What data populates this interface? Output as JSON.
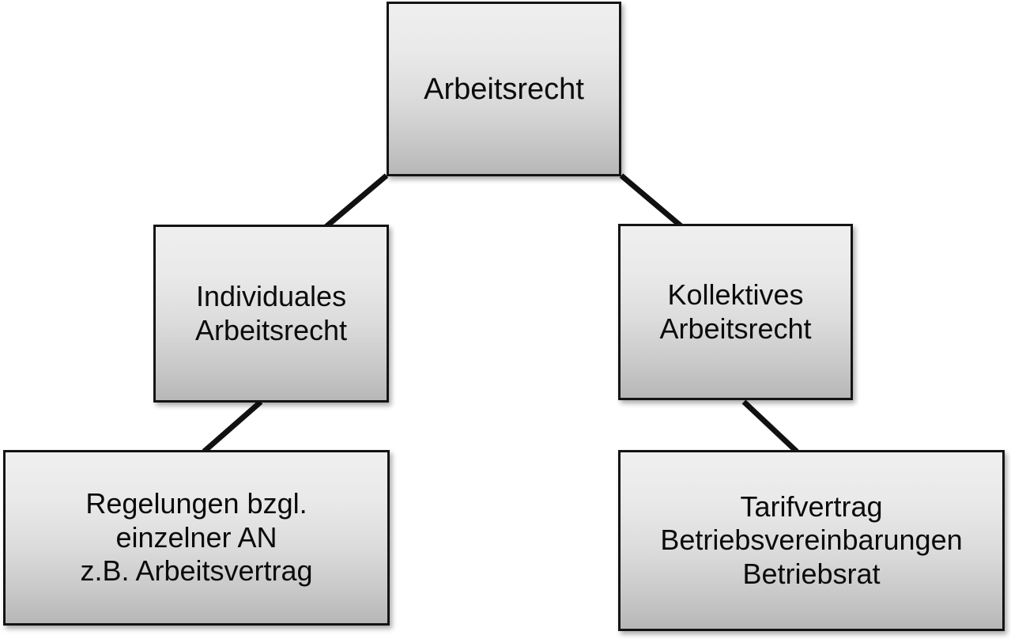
{
  "diagram": {
    "type": "hierarchy-tree",
    "title": "Arbeitsrecht",
    "background_color": "#ffffff",
    "node_border_color": "#141414",
    "node_fill_top": "#efefef",
    "node_fill_bottom": "#b7b7b7",
    "connector_color": "#111111",
    "nodes": {
      "root": {
        "label": "Arbeitsrecht",
        "level": 0
      },
      "individual": {
        "label": "Individuales\nArbeitsrecht",
        "level": 1
      },
      "collective": {
        "label": "Kollektives\nArbeitsrecht",
        "level": 1
      },
      "individual_detail": {
        "label": "Regelungen bzgl.\neinzelner AN\nz.B. Arbeitsvertrag",
        "level": 2
      },
      "collective_detail": {
        "label": "Tarifvertrag\nBetriebsvereinbarungen\nBetriebsrat",
        "level": 2
      }
    },
    "edges": [
      {
        "from": "root",
        "to": "individual"
      },
      {
        "from": "root",
        "to": "collective"
      },
      {
        "from": "individual",
        "to": "individual_detail"
      },
      {
        "from": "collective",
        "to": "collective_detail"
      }
    ]
  }
}
